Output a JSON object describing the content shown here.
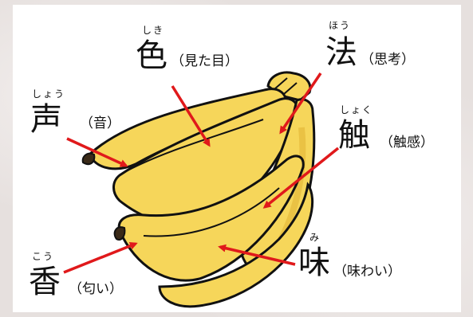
{
  "senses": {
    "color": {
      "kanji": "色",
      "ruby": "しき",
      "note": "（見た目）"
    },
    "dharma": {
      "kanji": "法",
      "ruby": "ほう",
      "note": "（思考）"
    },
    "voice": {
      "kanji": "声",
      "ruby": "しょう",
      "note": "（音）"
    },
    "touch": {
      "kanji": "触",
      "ruby": "しょく",
      "note": "（触感）"
    },
    "taste": {
      "kanji": "味",
      "ruby": "み",
      "note": "（味わい）"
    },
    "smell": {
      "kanji": "香",
      "ruby": "こう",
      "note": "（匂い）"
    }
  },
  "colors": {
    "banana_fill": "#f6d65a",
    "banana_shade": "#e6b93a",
    "outline": "#111111",
    "arrow": "#e0191b",
    "background": "#ffffff"
  },
  "icons": [
    "banana-bunch-illustration",
    "arrow-icon"
  ]
}
